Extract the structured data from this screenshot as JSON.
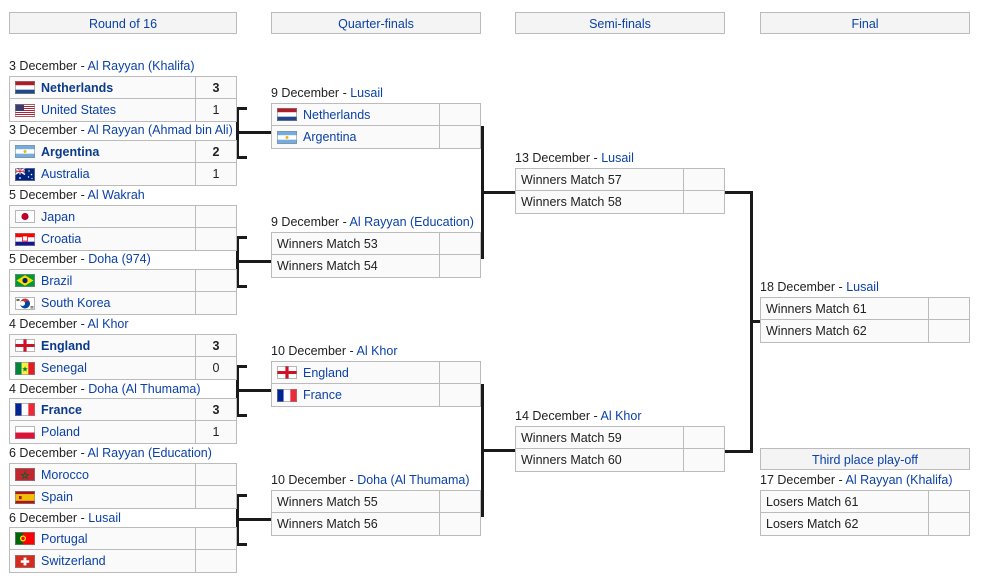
{
  "columns": [
    {
      "id": "r16",
      "label": "Round of 16"
    },
    {
      "id": "qf",
      "label": "Quarter-finals"
    },
    {
      "id": "sf",
      "label": "Semi-finals"
    },
    {
      "id": "final",
      "label": "Final"
    },
    {
      "id": "third",
      "label": "Third place play-off"
    }
  ],
  "colors": {
    "link": "#0b41a8",
    "text": "#202122",
    "box_border": "#bbbbbb",
    "box_fill": "#fafafa",
    "header_fill": "#f4f4f4",
    "connector": "#1a1a1a"
  },
  "matches": {
    "r16": [
      {
        "date": "3 December",
        "dash": "-",
        "venue": "Al Rayyan (Khalifa)",
        "rows": [
          {
            "team": "Netherlands",
            "flag": "flag-netherlands",
            "score": "3",
            "winner": true
          },
          {
            "team": "United States",
            "flag": "flag-united-states",
            "score": "1",
            "winner": false
          }
        ]
      },
      {
        "date": "3 December",
        "dash": "-",
        "venue": "Al Rayyan (Ahmad bin Ali)",
        "rows": [
          {
            "team": "Argentina",
            "flag": "flag-argentina",
            "score": "2",
            "winner": true
          },
          {
            "team": "Australia",
            "flag": "flag-australia",
            "score": "1",
            "winner": false
          }
        ]
      },
      {
        "date": "5 December",
        "dash": "-",
        "venue": "Al Wakrah",
        "rows": [
          {
            "team": "Japan",
            "flag": "flag-japan",
            "score": "",
            "winner": false
          },
          {
            "team": "Croatia",
            "flag": "flag-croatia",
            "score": "",
            "winner": false
          }
        ]
      },
      {
        "date": "5 December",
        "dash": "-",
        "venue": "Doha (974)",
        "rows": [
          {
            "team": "Brazil",
            "flag": "flag-brazil",
            "score": "",
            "winner": false
          },
          {
            "team": "South Korea",
            "flag": "flag-south-korea",
            "score": "",
            "winner": false
          }
        ]
      },
      {
        "date": "4 December",
        "dash": "-",
        "venue": "Al Khor",
        "rows": [
          {
            "team": "England",
            "flag": "flag-england",
            "score": "3",
            "winner": true
          },
          {
            "team": "Senegal",
            "flag": "flag-senegal",
            "score": "0",
            "winner": false
          }
        ]
      },
      {
        "date": "4 December",
        "dash": "-",
        "venue": "Doha (Al Thumama)",
        "rows": [
          {
            "team": "France",
            "flag": "flag-france",
            "score": "3",
            "winner": true
          },
          {
            "team": "Poland",
            "flag": "flag-poland",
            "score": "1",
            "winner": false
          }
        ]
      },
      {
        "date": "6 December",
        "dash": "-",
        "venue": "Al Rayyan (Education)",
        "rows": [
          {
            "team": "Morocco",
            "flag": "flag-morocco",
            "score": "",
            "winner": false
          },
          {
            "team": "Spain",
            "flag": "flag-spain",
            "score": "",
            "winner": false
          }
        ]
      },
      {
        "date": "6 December",
        "dash": "-",
        "venue": "Lusail",
        "rows": [
          {
            "team": "Portugal",
            "flag": "flag-portugal",
            "score": "",
            "winner": false
          },
          {
            "team": "Switzerland",
            "flag": "flag-switzerland",
            "score": "",
            "winner": false
          }
        ]
      }
    ],
    "qf": [
      {
        "date": "9 December",
        "dash": "-",
        "venue": "Lusail",
        "rows": [
          {
            "team": "Netherlands",
            "flag": "flag-netherlands",
            "score": "",
            "winner": false
          },
          {
            "team": "Argentina",
            "flag": "flag-argentina",
            "score": "",
            "winner": false
          }
        ]
      },
      {
        "date": "9 December",
        "dash": "-",
        "venue": "Al Rayyan (Education)",
        "rows": [
          {
            "team": "Winners Match 53",
            "flag": "",
            "score": "",
            "winner": false
          },
          {
            "team": "Winners Match 54",
            "flag": "",
            "score": "",
            "winner": false
          }
        ]
      },
      {
        "date": "10 December",
        "dash": "-",
        "venue": "Al Khor",
        "rows": [
          {
            "team": "England",
            "flag": "flag-england",
            "score": "",
            "winner": false
          },
          {
            "team": "France",
            "flag": "flag-france",
            "score": "",
            "winner": false
          }
        ]
      },
      {
        "date": "10 December",
        "dash": "-",
        "venue": "Doha (Al Thumama)",
        "rows": [
          {
            "team": "Winners Match 55",
            "flag": "",
            "score": "",
            "winner": false
          },
          {
            "team": "Winners Match 56",
            "flag": "",
            "score": "",
            "winner": false
          }
        ]
      }
    ],
    "sf": [
      {
        "date": "13 December",
        "dash": "-",
        "venue": "Lusail",
        "rows": [
          {
            "team": "Winners Match 57",
            "flag": "",
            "score": "",
            "winner": false
          },
          {
            "team": "Winners Match 58",
            "flag": "",
            "score": "",
            "winner": false
          }
        ]
      },
      {
        "date": "14 December",
        "dash": "-",
        "venue": "Al Khor",
        "rows": [
          {
            "team": "Winners Match 59",
            "flag": "",
            "score": "",
            "winner": false
          },
          {
            "team": "Winners Match 60",
            "flag": "",
            "score": "",
            "winner": false
          }
        ]
      }
    ],
    "final": [
      {
        "date": "18 December",
        "dash": "-",
        "venue": "Lusail",
        "rows": [
          {
            "team": "Winners Match 61",
            "flag": "",
            "score": "",
            "winner": false
          },
          {
            "team": "Winners Match 62",
            "flag": "",
            "score": "",
            "winner": false
          }
        ]
      }
    ],
    "third": [
      {
        "date": "17 December",
        "dash": "-",
        "venue": "Al Rayyan (Khalifa)",
        "rows": [
          {
            "team": "Losers Match 61",
            "flag": "",
            "score": "",
            "winner": false
          },
          {
            "team": "Losers Match 62",
            "flag": "",
            "score": "",
            "winner": false
          }
        ]
      }
    ]
  }
}
